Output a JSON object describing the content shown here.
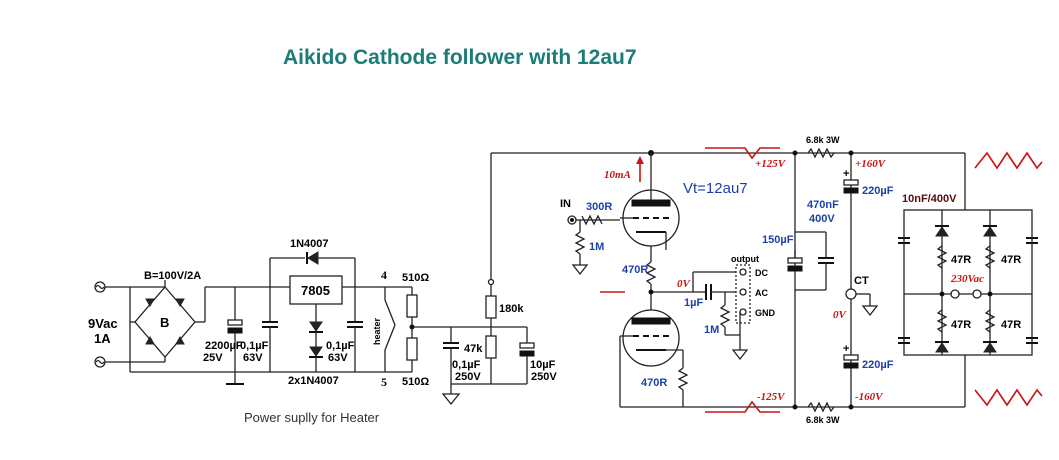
{
  "title": "Aikido Cathode follower with 12au7",
  "caption": "Power suplly for Heater",
  "heater_supply": {
    "input_voltage": "9Vac",
    "input_current": "1A",
    "bridge_label": "B",
    "bridge_rating": "B=100V/2A",
    "cap_main_value": "2200µF",
    "cap_main_voltage": "25V",
    "cap_in_value": "0,1µF",
    "cap_in_voltage": "63V",
    "cap_out_value": "0,1µF",
    "cap_out_voltage": "63V",
    "regulator": "7805",
    "diode_top": "1N4007",
    "diodes_bottom": "2x1N4007",
    "node_top": "4",
    "node_bottom": "5",
    "heater_label": "heater",
    "res_top": "510Ω",
    "res_bottom": "510Ω",
    "cap_div_value": "0,1µF",
    "cap_div_voltage": "250V",
    "res_div_low": "47k",
    "res_div_high": "180k",
    "cap_bias_value": "10µF",
    "cap_bias_voltage": "250V"
  },
  "follower": {
    "input_label": "IN",
    "grid_resistor": "300R",
    "input_resistor": "1M",
    "current_label": "10mA",
    "tube_label": "Vt=12au7",
    "cathode_resistor_top": "470R",
    "cathode_resistor_bottom": "470R",
    "zero_volt_label": "0V",
    "coupling_cap": "1µF",
    "output_resistor": "1M",
    "output_title": "output",
    "output_dc": "DC",
    "output_ac": "AC",
    "output_gnd": "GND"
  },
  "psu": {
    "pos_rail": "+125V",
    "neg_rail": "-125V",
    "res_top": "6.8k 3W",
    "res_bottom": "6.8k 3W",
    "pos_raw": "+160V",
    "neg_raw": "-160V",
    "cap_bypass": "150µF",
    "cap_film_value": "470nF",
    "cap_film_voltage": "400V",
    "cap_top": "220µF",
    "cap_bottom": "220µF",
    "center_tap": "CT",
    "center_volt": "0V",
    "bridge_caps": "10nF/400V",
    "bridge_res_1": "47R",
    "bridge_res_2": "47R",
    "bridge_res_3": "47R",
    "bridge_res_4": "47R",
    "mains": "230Vac"
  }
}
